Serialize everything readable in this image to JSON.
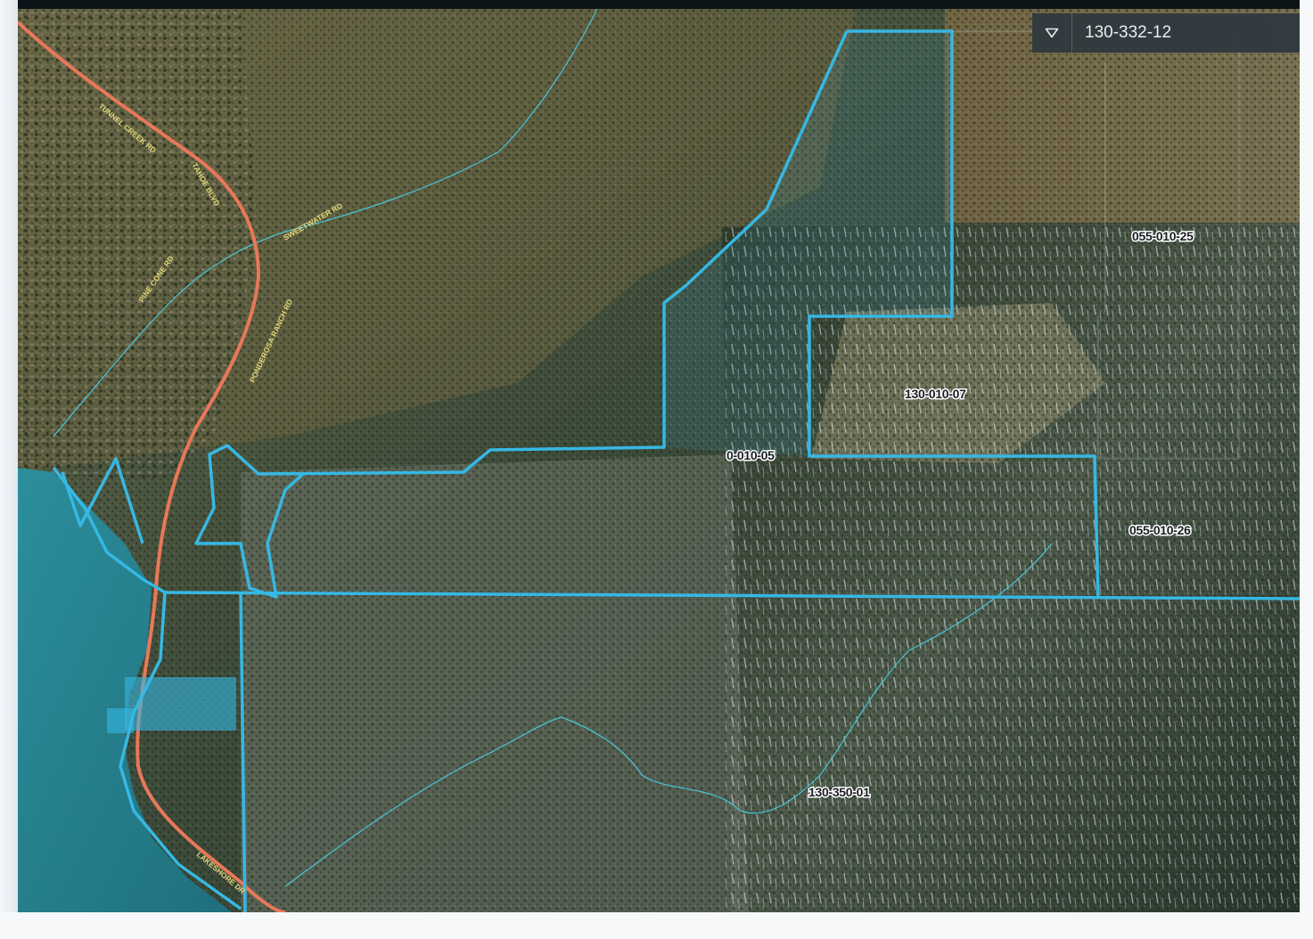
{
  "parcel_selector": {
    "value": "130-332-12",
    "icon": "chevron-down-icon"
  },
  "parcels": [
    {
      "id": "055-010-25"
    },
    {
      "id": "130-010-07"
    },
    {
      "id": "0-010-05"
    },
    {
      "id": "055-010-26"
    },
    {
      "id": "130-350-01"
    }
  ],
  "streets": [
    {
      "name": "TAHOE BLVD"
    },
    {
      "name": "SWEETWATER RD"
    },
    {
      "name": "PONDEROSA RANCH RD"
    },
    {
      "name": "TUNNEL CREEK RD"
    },
    {
      "name": "LAKESHORE DR"
    },
    {
      "name": "PINE CONE RD"
    }
  ],
  "colors": {
    "parcel_outline": "#36b8e4",
    "highway": "#e8785a",
    "water": "#2a8f9c",
    "stream": "#48c6da"
  }
}
